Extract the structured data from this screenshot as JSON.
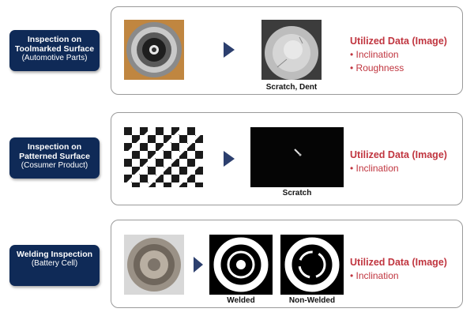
{
  "rows": [
    {
      "title": "Inspection on Toolmarked Surface",
      "subtitle": "(Automotive Parts)",
      "caption": "Scratch, Dent",
      "data_title": "Utilized Data (Image)",
      "data_items": [
        "• Inclination",
        "• Roughness"
      ]
    },
    {
      "title": "Inspection on Patterned Surface",
      "subtitle": "(Cosumer Product)",
      "caption": "Scratch",
      "data_title": "Utilized Data (Image)",
      "data_items": [
        "• Inclination"
      ]
    },
    {
      "title": "Welding Inspection",
      "subtitle": "(Battery Cell)",
      "captions": [
        "Welded",
        "Non-Welded"
      ],
      "data_title": "Utilized Data (Image)",
      "data_items": [
        "• Inclination"
      ]
    }
  ],
  "colors": {
    "label_bg": "#0f2a57",
    "accent_red": "#c0353f",
    "arrow": "#2c3f6e"
  }
}
